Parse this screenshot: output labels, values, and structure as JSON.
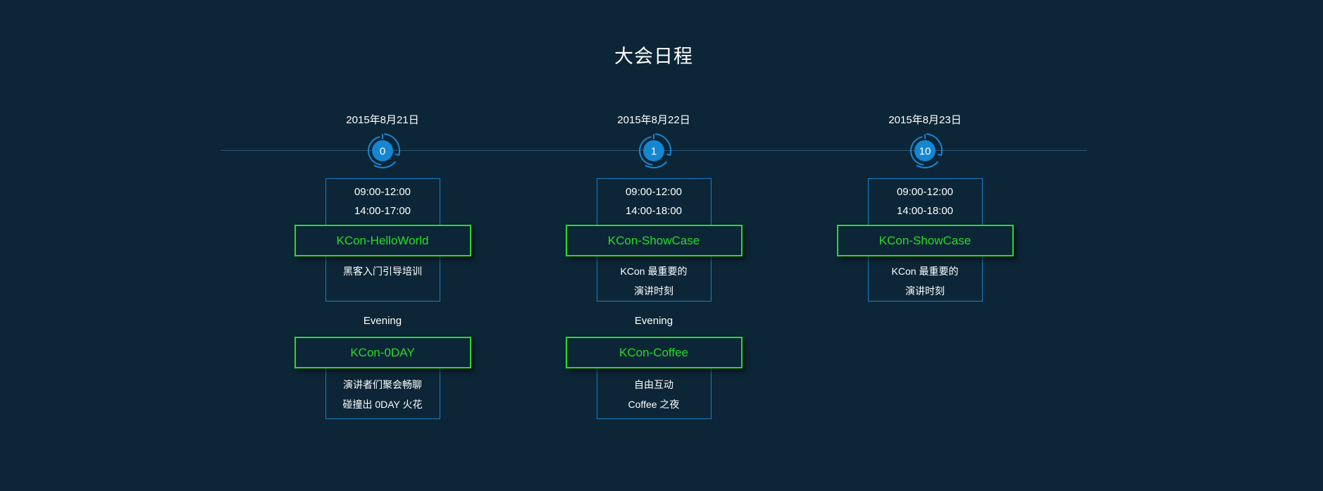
{
  "page": {
    "title": "大会日程"
  },
  "colors": {
    "background": "#0C2637",
    "card_border_blue": "#1A7FC6",
    "event_green": "#28DC28",
    "timeline_line": "#2C5878",
    "badge_fill": "#1586D1"
  },
  "days": [
    {
      "date": "2015年8月21日",
      "badge_count": "0",
      "daytime": {
        "times": [
          "09:00-12:00",
          "14:00-17:00"
        ],
        "event": "KCon-HelloWorld",
        "description": [
          "黑客入门引导培训"
        ]
      },
      "evening": {
        "label": "Evening",
        "event": "KCon-0DAY",
        "description": [
          "演讲者们聚会畅聊",
          "碰撞出 0DAY 火花"
        ]
      }
    },
    {
      "date": "2015年8月22日",
      "badge_count": "1",
      "daytime": {
        "times": [
          "09:00-12:00",
          "14:00-18:00"
        ],
        "event": "KCon-ShowCase",
        "description": [
          "KCon 最重要的",
          "演讲时刻"
        ]
      },
      "evening": {
        "label": "Evening",
        "event": "KCon-Coffee",
        "description": [
          "自由互动",
          "Coffee 之夜"
        ]
      }
    },
    {
      "date": "2015年8月23日",
      "badge_count": "10",
      "daytime": {
        "times": [
          "09:00-12:00",
          "14:00-18:00"
        ],
        "event": "KCon-ShowCase",
        "description": [
          "KCon 最重要的",
          "演讲时刻"
        ]
      }
    }
  ]
}
